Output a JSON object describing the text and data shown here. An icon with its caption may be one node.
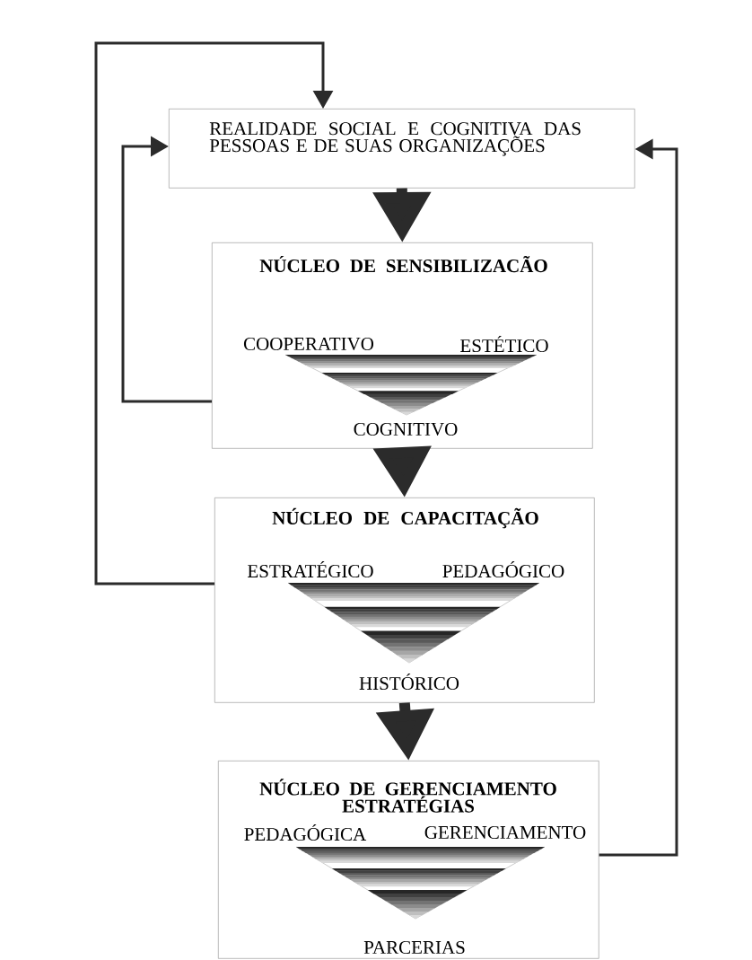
{
  "diagram": {
    "nodes": [
      {
        "text": [
          "REALIDADE SOCIAL E COGNITIVA DAS PESSOAS E DE SUAS ORGANIZAÇÕES"
        ]
      },
      {
        "text": [
          "NÚCLEO DE SENSIBILIZACÃO",
          "COOPERATIVO",
          "ESTÉTICO",
          "COGNITIVO"
        ]
      },
      {
        "text": [
          "NÚCLEO DE CAPACITAÇÃO",
          "ESTRATÉGICO",
          "PEDAGÓGICO",
          "HISTÓRICO"
        ]
      },
      {
        "text": [
          "NÚCLEO DE GERENCIAMENTO ESTRATÉGIAS",
          "PEDAGÓGICA",
          "GERENCIAMENTO",
          "PARCERIAS"
        ]
      }
    ],
    "edges": [
      {
        "from": 0,
        "to": 1,
        "arrow": "to",
        "style": "thick"
      },
      {
        "from": 1,
        "to": 2,
        "arrow": "to",
        "style": "thick"
      },
      {
        "from": 2,
        "to": 3,
        "arrow": "to",
        "style": "thick"
      },
      {
        "from": 1,
        "to": 0,
        "arrow": "to"
      },
      {
        "from": 2,
        "to": 0,
        "arrow": "to"
      },
      {
        "from": 3,
        "to": 0,
        "arrow": "to"
      }
    ]
  }
}
